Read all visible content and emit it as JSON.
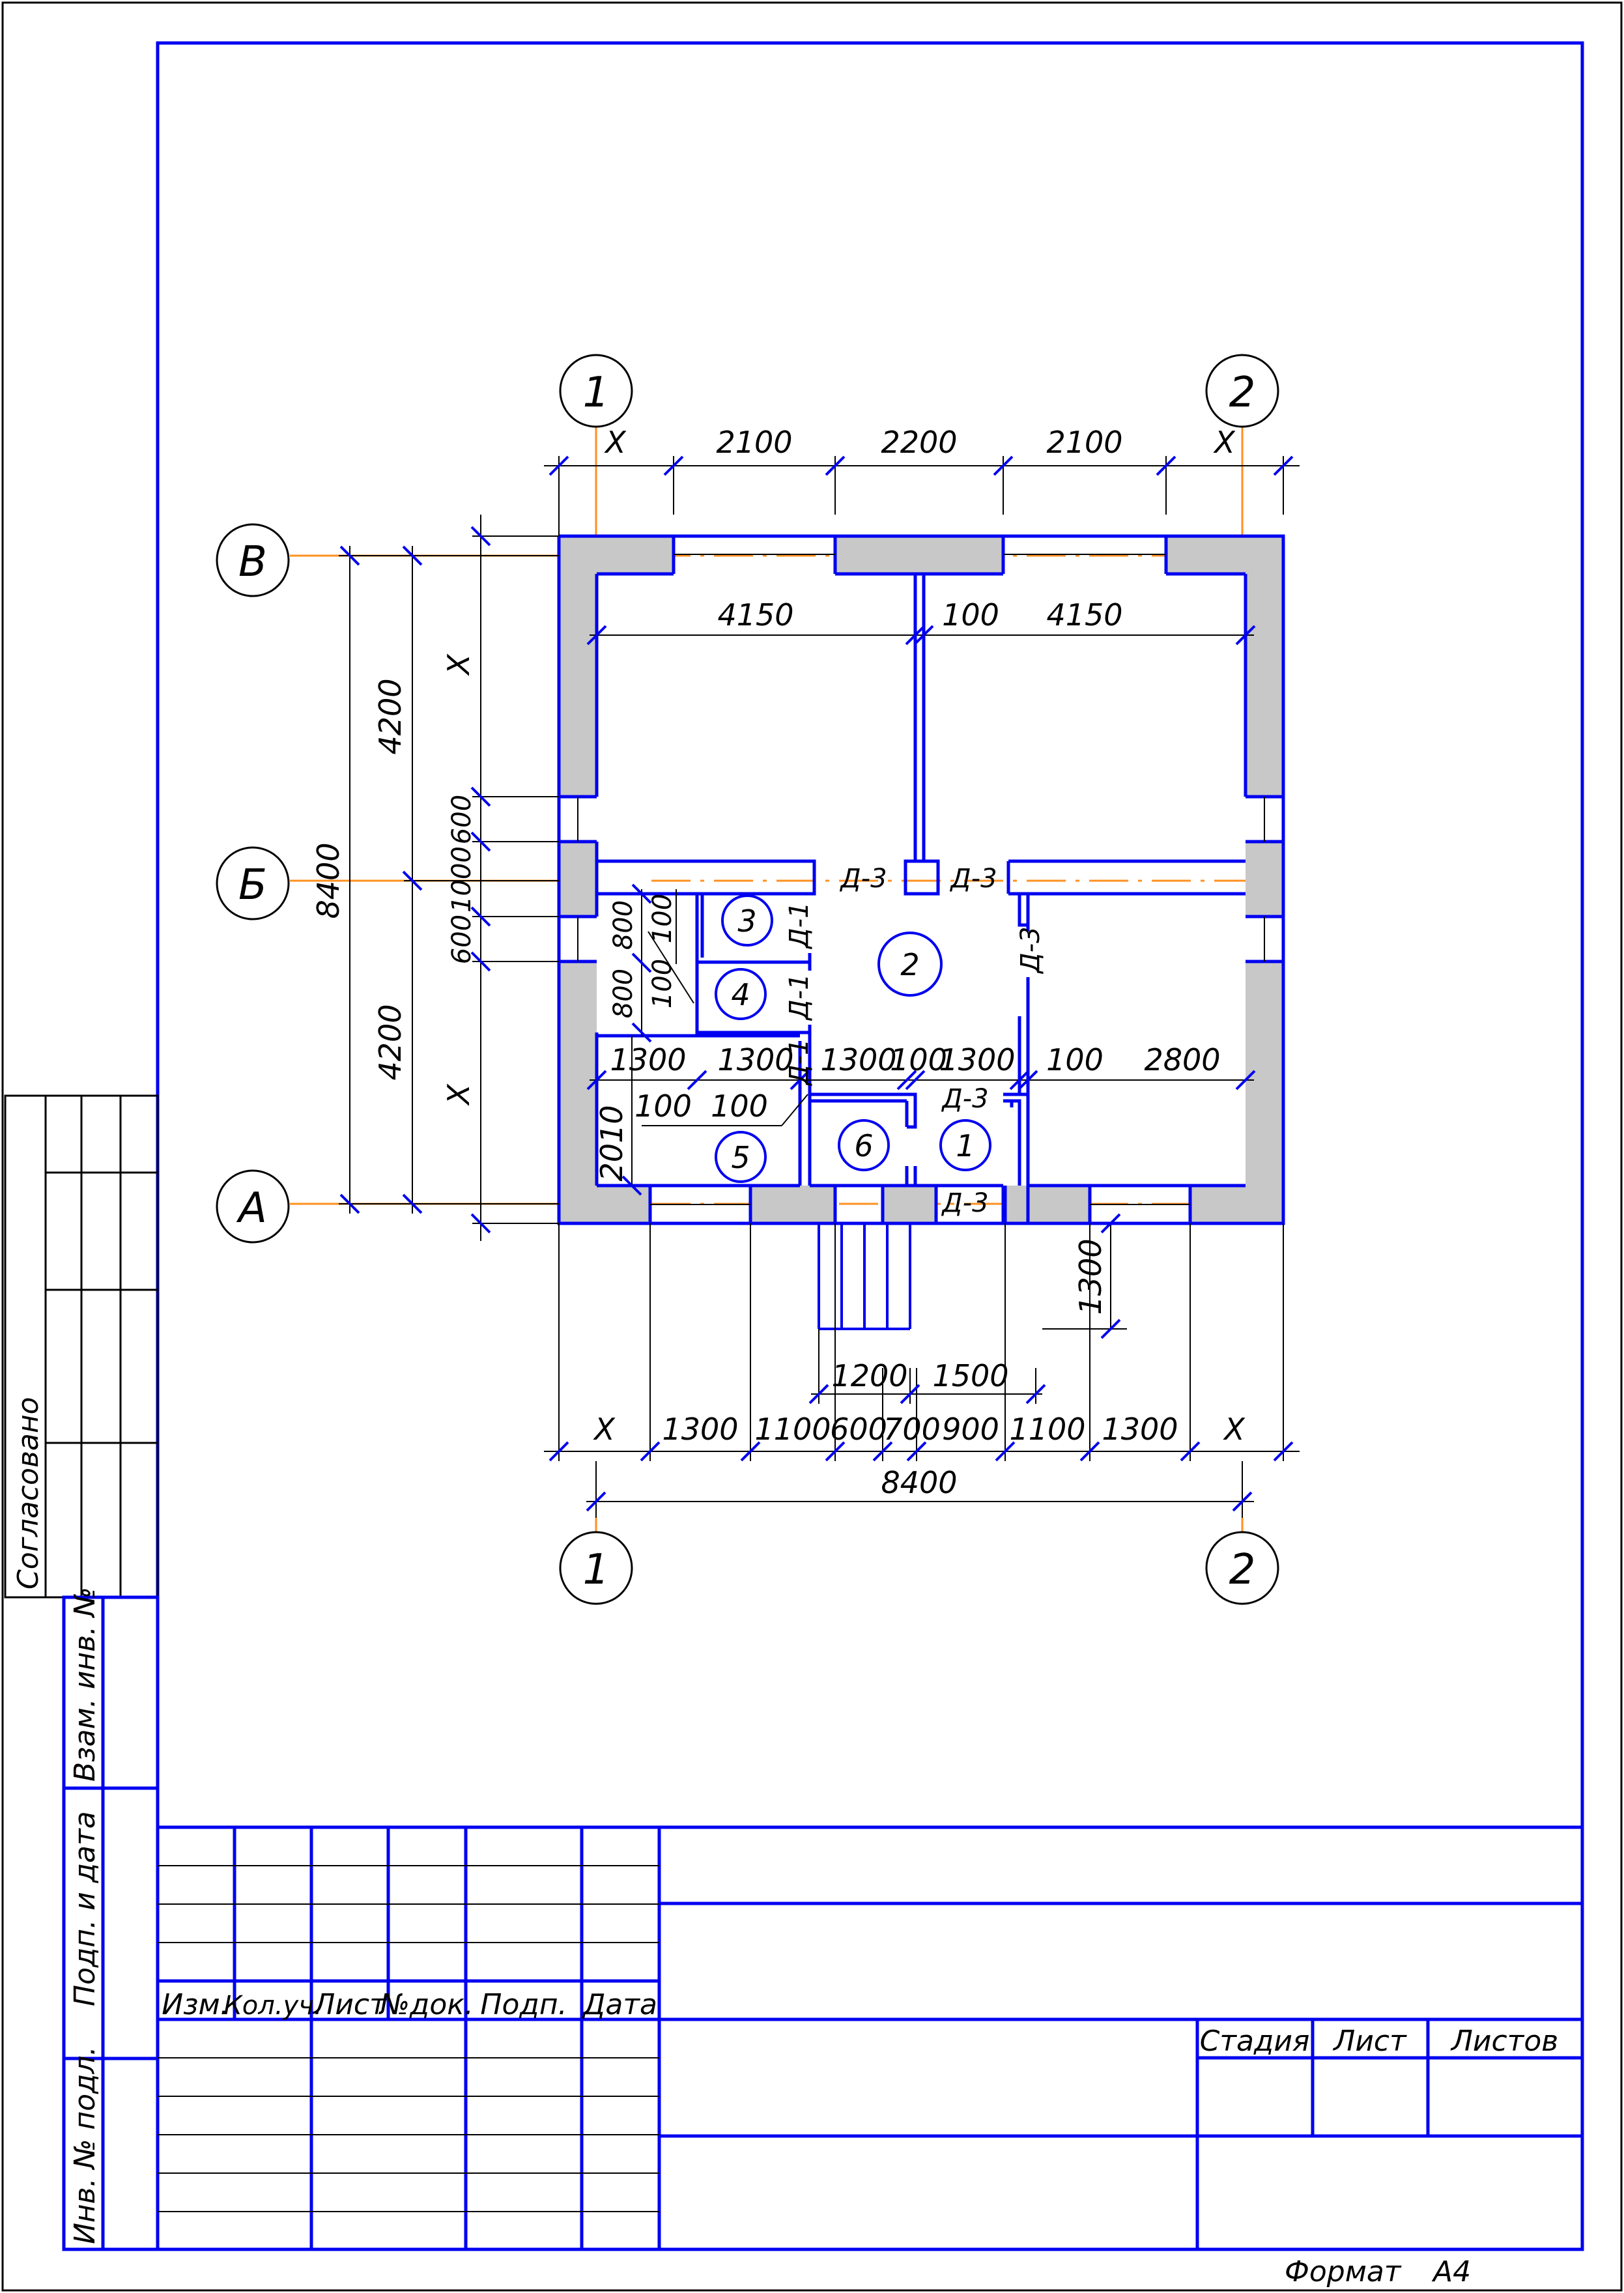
{
  "axes": {
    "vertical": [
      "1",
      "2"
    ],
    "horizontal": [
      "В",
      "Б",
      "А"
    ]
  },
  "dims": {
    "top": [
      "X",
      "2100",
      "2200",
      "2100",
      "X"
    ],
    "bottom": [
      "X",
      "1300",
      "1100",
      "600",
      "700",
      "900",
      "1100",
      "1300",
      "X"
    ],
    "overall_bottom": "8400",
    "left_total": "8400",
    "left_parts": [
      "4200",
      "4200"
    ],
    "left_inner": [
      "X",
      "600",
      "1000",
      "600",
      "X"
    ],
    "room_top": [
      "4150",
      "100",
      "4150"
    ],
    "room_mid": [
      "1300",
      "1300",
      "1300",
      "100",
      "1300",
      "100",
      "2800"
    ],
    "small": [
      "800",
      "800",
      "100",
      "100",
      "100",
      "100",
      "2010"
    ],
    "porch": [
      "1200",
      "1500",
      "1300"
    ]
  },
  "doors": [
    "Д-3",
    "Д-3",
    "Д-3",
    "Д-1",
    "Д-1",
    "Д-1",
    "Д-3",
    "Д-3"
  ],
  "rooms": [
    "1",
    "2",
    "3",
    "4",
    "5",
    "6"
  ],
  "side_stamp": {
    "agreed": "Согласовано",
    "inv_repl": "Взам. инв. №",
    "sign_date": "Подп. и дата",
    "inv_orig": "Инв. № подл."
  },
  "title_block": {
    "cols": [
      "Изм.",
      "Кол.уч.",
      "Лист",
      "№док.",
      "Подп.",
      "Дата"
    ],
    "stage": "Стадия",
    "sheet": "Лист",
    "sheets": "Листов",
    "format_label": "Формат",
    "format_value": "А4"
  }
}
